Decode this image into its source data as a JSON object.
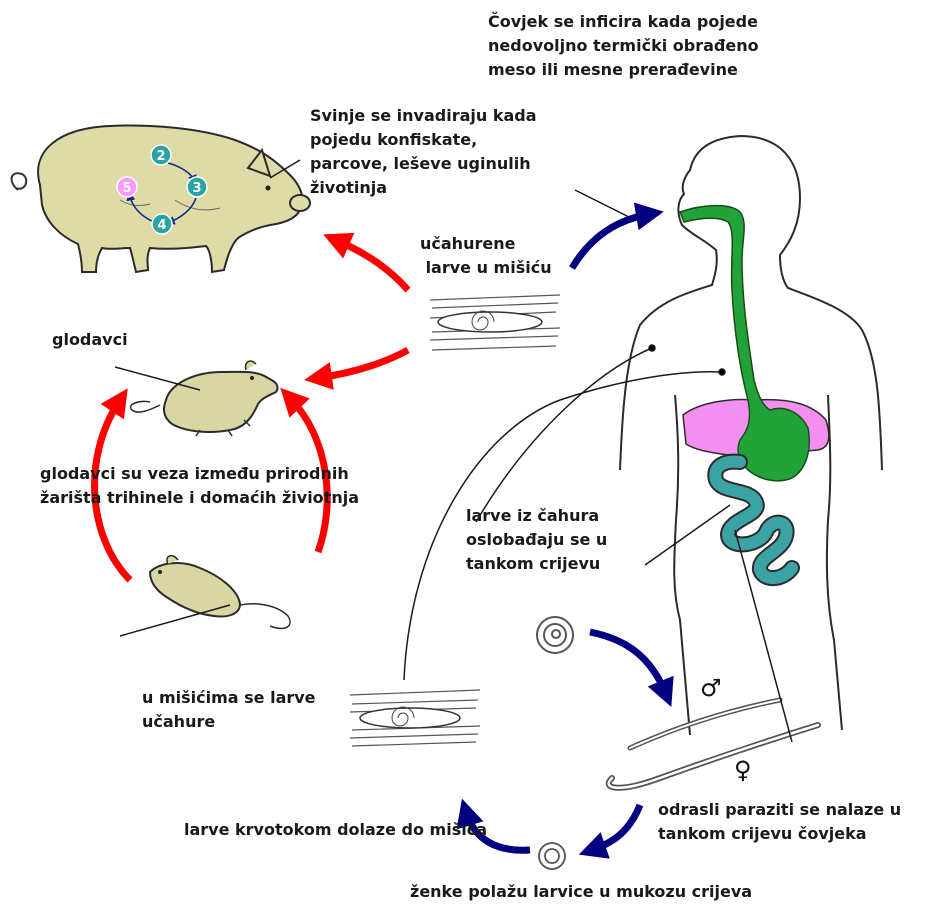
{
  "labels": {
    "human_infection": "Čovjek se inficira kada pojede\nnedovoljno termički obrađeno\nmeso ili mesne prerađevine",
    "pig_invasion": "Svinje se invadiraju kada\npojedu konfiskate,\nparcove, leševe uginulih\nživotinja",
    "encysted_larvae": "učahurene\n larve u mišiću",
    "rodents": "glodavci",
    "rodent_link": "glodavci su veza između prirodnih\nžarišta trihinele i domaćih živiotnja",
    "larvae_released": "larve iz čahura\noslobađaju se u\ntankom crijevu",
    "muscle_encyst": "u mišićima se larve\nučahure",
    "adult_parasites": "odrasli paraziti se nalaze u\ntankom crijevu čovjeka",
    "bloodstream": "larve krvotokom dolaze do mišića",
    "females_lay": "ženke polažu larvice u mukozu crijeva"
  },
  "pig_stages": [
    "2",
    "3",
    "4",
    "5"
  ],
  "symbols": {
    "male": "♂",
    "female": "♀"
  },
  "colors": {
    "red_arrow": "#ff0000",
    "blue_arrow": "#000080",
    "pig_fill": "#dedba7",
    "rodent_fill": "#d9d6a4",
    "stage_teal": "#29a3a3",
    "stage_pink": "#ff99ff",
    "esophagus_green": "#22a33a",
    "liver_pink": "#f48ff2",
    "intestine_teal": "#3ba3a3"
  }
}
